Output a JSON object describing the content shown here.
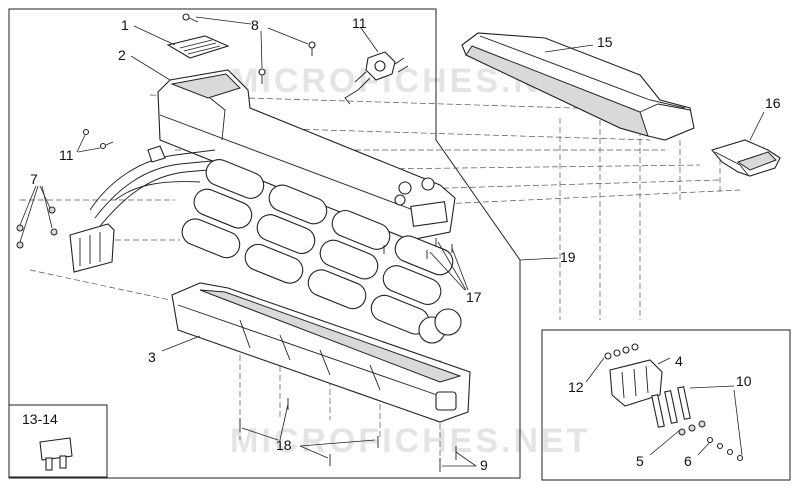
{
  "watermarks": [
    "MICROFICHES.NET",
    "MICROFICHES.NET"
  ],
  "callouts": {
    "c1": "1",
    "c2": "2",
    "c3": "3",
    "c4": "4",
    "c5": "5",
    "c6": "6",
    "c7": "7",
    "c8": "8",
    "c9": "9",
    "c10": "10",
    "c11a": "11",
    "c11b": "11",
    "c12": "12",
    "c13_14": "13-14",
    "c15": "15",
    "c16": "16",
    "c17": "17",
    "c18": "18",
    "c19": "19"
  }
}
